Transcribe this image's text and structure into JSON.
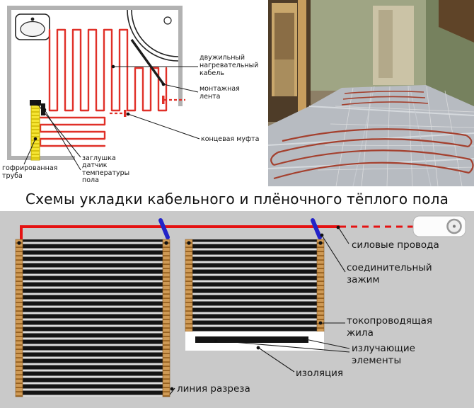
{
  "title": "Схемы укладки кабельного и плёночного тёплого пола",
  "cable_scheme": {
    "labels": {
      "heating_cable": "двужильный\nнагревательный\nкабель",
      "mounting_tape": "монтажная\nлента",
      "end_coupling": "концевая муфта",
      "plug": "заглушка",
      "temp_sensor": "датчик\nтемпературы\nпола",
      "corrugated_tube": "гофрированная\nтруба"
    }
  },
  "film_scheme": {
    "labels": {
      "power_wires": "силовые провода",
      "connecting_clamp": "соединительный\nзажим",
      "conductive_core": "токопроводящая\nжила",
      "radiating_elements": "излучающие\nэлементы",
      "insulation": "изоляция",
      "cut_line": "линия разреза"
    }
  },
  "colors": {
    "cable_red": "#e03028",
    "power_wire_red": "#e51212",
    "clamp_blue": "#2323c8",
    "tube_yellow": "#f5e534",
    "film_copper": "#cf9a55",
    "film_stripe": "#141414",
    "diagram_background": "#c9c9c9"
  }
}
